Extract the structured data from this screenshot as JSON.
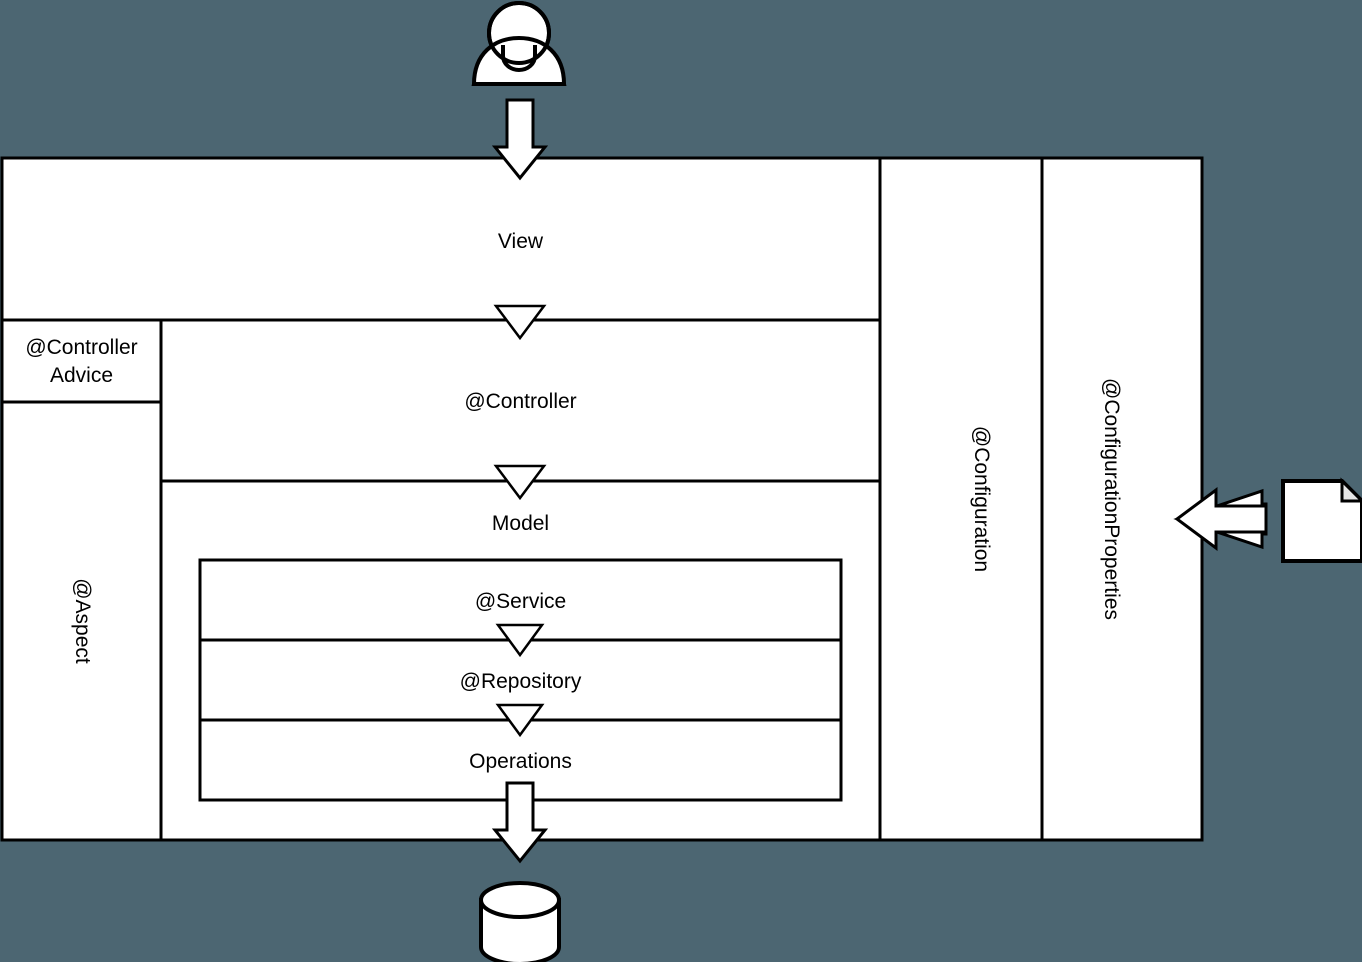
{
  "diagram": {
    "title": "Spring MVC layered architecture diagram",
    "background_color": "#4c6672",
    "surface_color": "#ffffff",
    "stroke_color": "#000000",
    "text_color": "#000000"
  },
  "actors": {
    "user": {
      "name": "user-actor-icon",
      "label": ""
    },
    "database": {
      "name": "database-cylinder-icon",
      "label": ""
    },
    "note": {
      "name": "document-note-icon",
      "label": ""
    }
  },
  "layers": {
    "view": {
      "label": "View"
    },
    "controller": {
      "label": "@Controller"
    },
    "model": {
      "label": "Model"
    },
    "controller_advice": {
      "label": "@Controller\nAdvice",
      "line1": "@Controller",
      "line2": "Advice"
    },
    "aspect": {
      "label": "@Aspect"
    },
    "configuration": {
      "label": "@Configuration"
    },
    "configuration_properties": {
      "label": "@ConfigurationProperties"
    }
  },
  "inner_stack": [
    {
      "label": "@Service"
    },
    {
      "label": "@Repository"
    },
    {
      "label": "Operations"
    }
  ],
  "flows": [
    {
      "name": "user-to-view",
      "direction": "down",
      "style": "block-arrow"
    },
    {
      "name": "view-to-controller",
      "direction": "down",
      "style": "open-triangle"
    },
    {
      "name": "controller-to-model",
      "direction": "down",
      "style": "open-triangle"
    },
    {
      "name": "service-to-repository",
      "direction": "down",
      "style": "open-triangle"
    },
    {
      "name": "repository-to-operations",
      "direction": "down",
      "style": "open-triangle"
    },
    {
      "name": "operations-to-database",
      "direction": "down",
      "style": "block-arrow"
    },
    {
      "name": "note-to-configuration-properties",
      "direction": "left",
      "style": "block-arrow"
    }
  ]
}
